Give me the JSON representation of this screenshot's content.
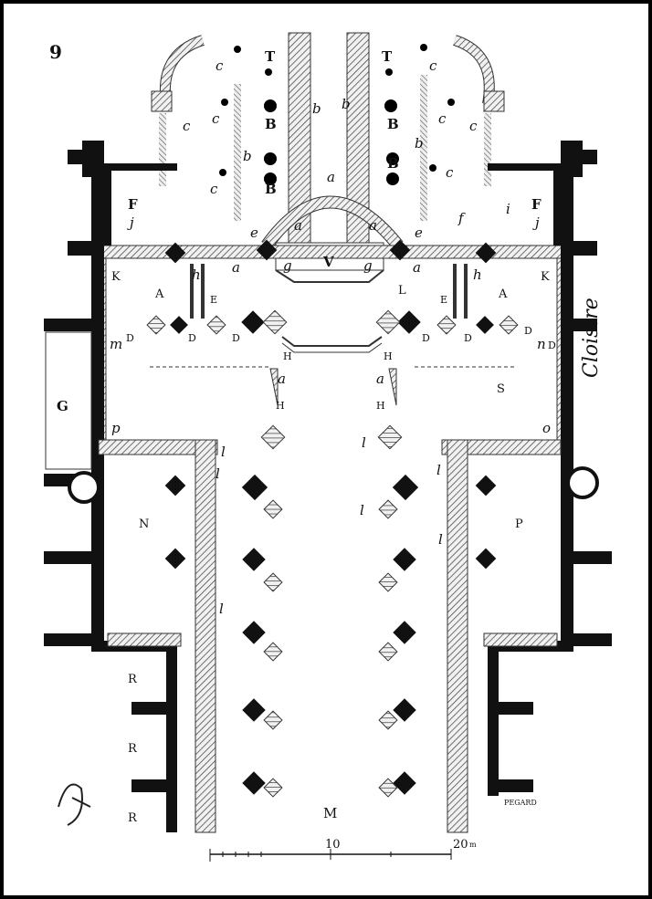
{
  "figure_number": "9",
  "cloister_label": "Cloistre",
  "engraver": "PEGARD",
  "scale": {
    "mid_label": "10",
    "end_label": "20",
    "unit": "m"
  },
  "labels": {
    "T_left": "T",
    "T_right": "T",
    "B1_left": "B",
    "B2_left": "B",
    "B1_right": "B",
    "B2_right": "B",
    "c1": "c",
    "c2": "c",
    "c3": "c",
    "c4": "c",
    "c5": "c",
    "c6": "c",
    "c7": "c",
    "c8": "c",
    "b1": "b",
    "b2": "b",
    "b3": "b",
    "b4": "b",
    "a_arc": "a",
    "a_l": "a",
    "a_r": "a",
    "a_tl": "a",
    "a_tr": "a",
    "a_hl": "a",
    "a_hr": "a",
    "e_l": "e",
    "e_r": "e",
    "F_l": "F",
    "F_r": "F",
    "j_l": "j",
    "j_r": "j",
    "i": "i",
    "f": "f",
    "g_l": "g",
    "g_r": "g",
    "V": "V",
    "K_l": "K",
    "K_r": "K",
    "A_l": "A",
    "A_r": "A",
    "L": "L",
    "E_l": "E",
    "E_r": "E",
    "h_l": "h",
    "h_r": "h",
    "D1": "D",
    "D2": "D",
    "D3": "D",
    "D4": "D",
    "D5": "D",
    "D6": "D",
    "D7": "D",
    "m": "m",
    "n": "n",
    "H1": "H",
    "H2": "H",
    "H3": "H",
    "H4": "H",
    "G": "G",
    "S": "S",
    "p": "p",
    "o": "o",
    "l1": "l",
    "l2": "l",
    "l3": "l",
    "l4": "l",
    "l5": "l",
    "l6": "l",
    "l7": "l",
    "N": "N",
    "P": "P",
    "R1": "R",
    "R2": "R",
    "R3": "R",
    "M": "M"
  }
}
